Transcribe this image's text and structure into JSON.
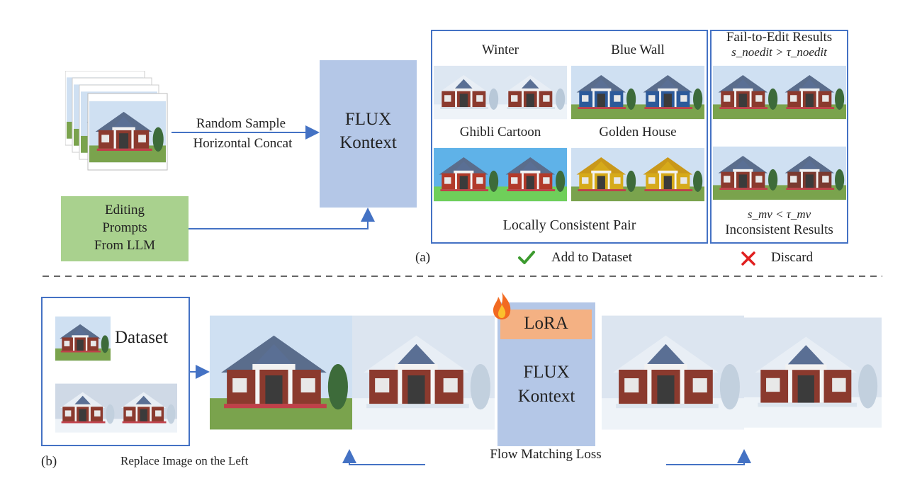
{
  "part_a": {
    "sample_caption_1": "Random Sample",
    "sample_caption_2": "Horizontal Concat",
    "flux_line1": "FLUX",
    "flux_line2": "Kontext",
    "prompts_line1": "Editing",
    "prompts_line2": "Prompts",
    "prompts_line3": "From LLM",
    "edits": [
      "Winter",
      "Blue Wall",
      "Ghibli Cartoon",
      "Golden House"
    ],
    "consistent_caption": "Locally Consistent Pair",
    "fail_title": "Fail-to-Edit Results",
    "fail_condition": "s_noedit > τ_noedit",
    "mv_condition": "s_mv < τ_mv",
    "inconsistent_caption": "Inconsistent Results",
    "panel_label": "(a)",
    "add_label": "Add to Dataset",
    "discard_label": "Discard",
    "colors": {
      "accent": "#4472c4",
      "flux_box": "#b4c7e7",
      "prompts_box": "#a9d18e",
      "check": "#3c9a2e",
      "cross": "#e02020"
    }
  },
  "part_b": {
    "dataset_label": "Dataset",
    "panel_label": "(b)",
    "replace_caption": "Replace Image on the Left",
    "lora_label": "LoRA",
    "flux_line1": "FLUX",
    "flux_line2": "Kontext",
    "loss_label": "Flow Matching Loss",
    "colors": {
      "lora_box": "#f4b183",
      "flux_box": "#b4c7e7"
    }
  },
  "icons": [
    "image-stack-icon",
    "check-icon",
    "cross-icon",
    "fire-icon"
  ]
}
